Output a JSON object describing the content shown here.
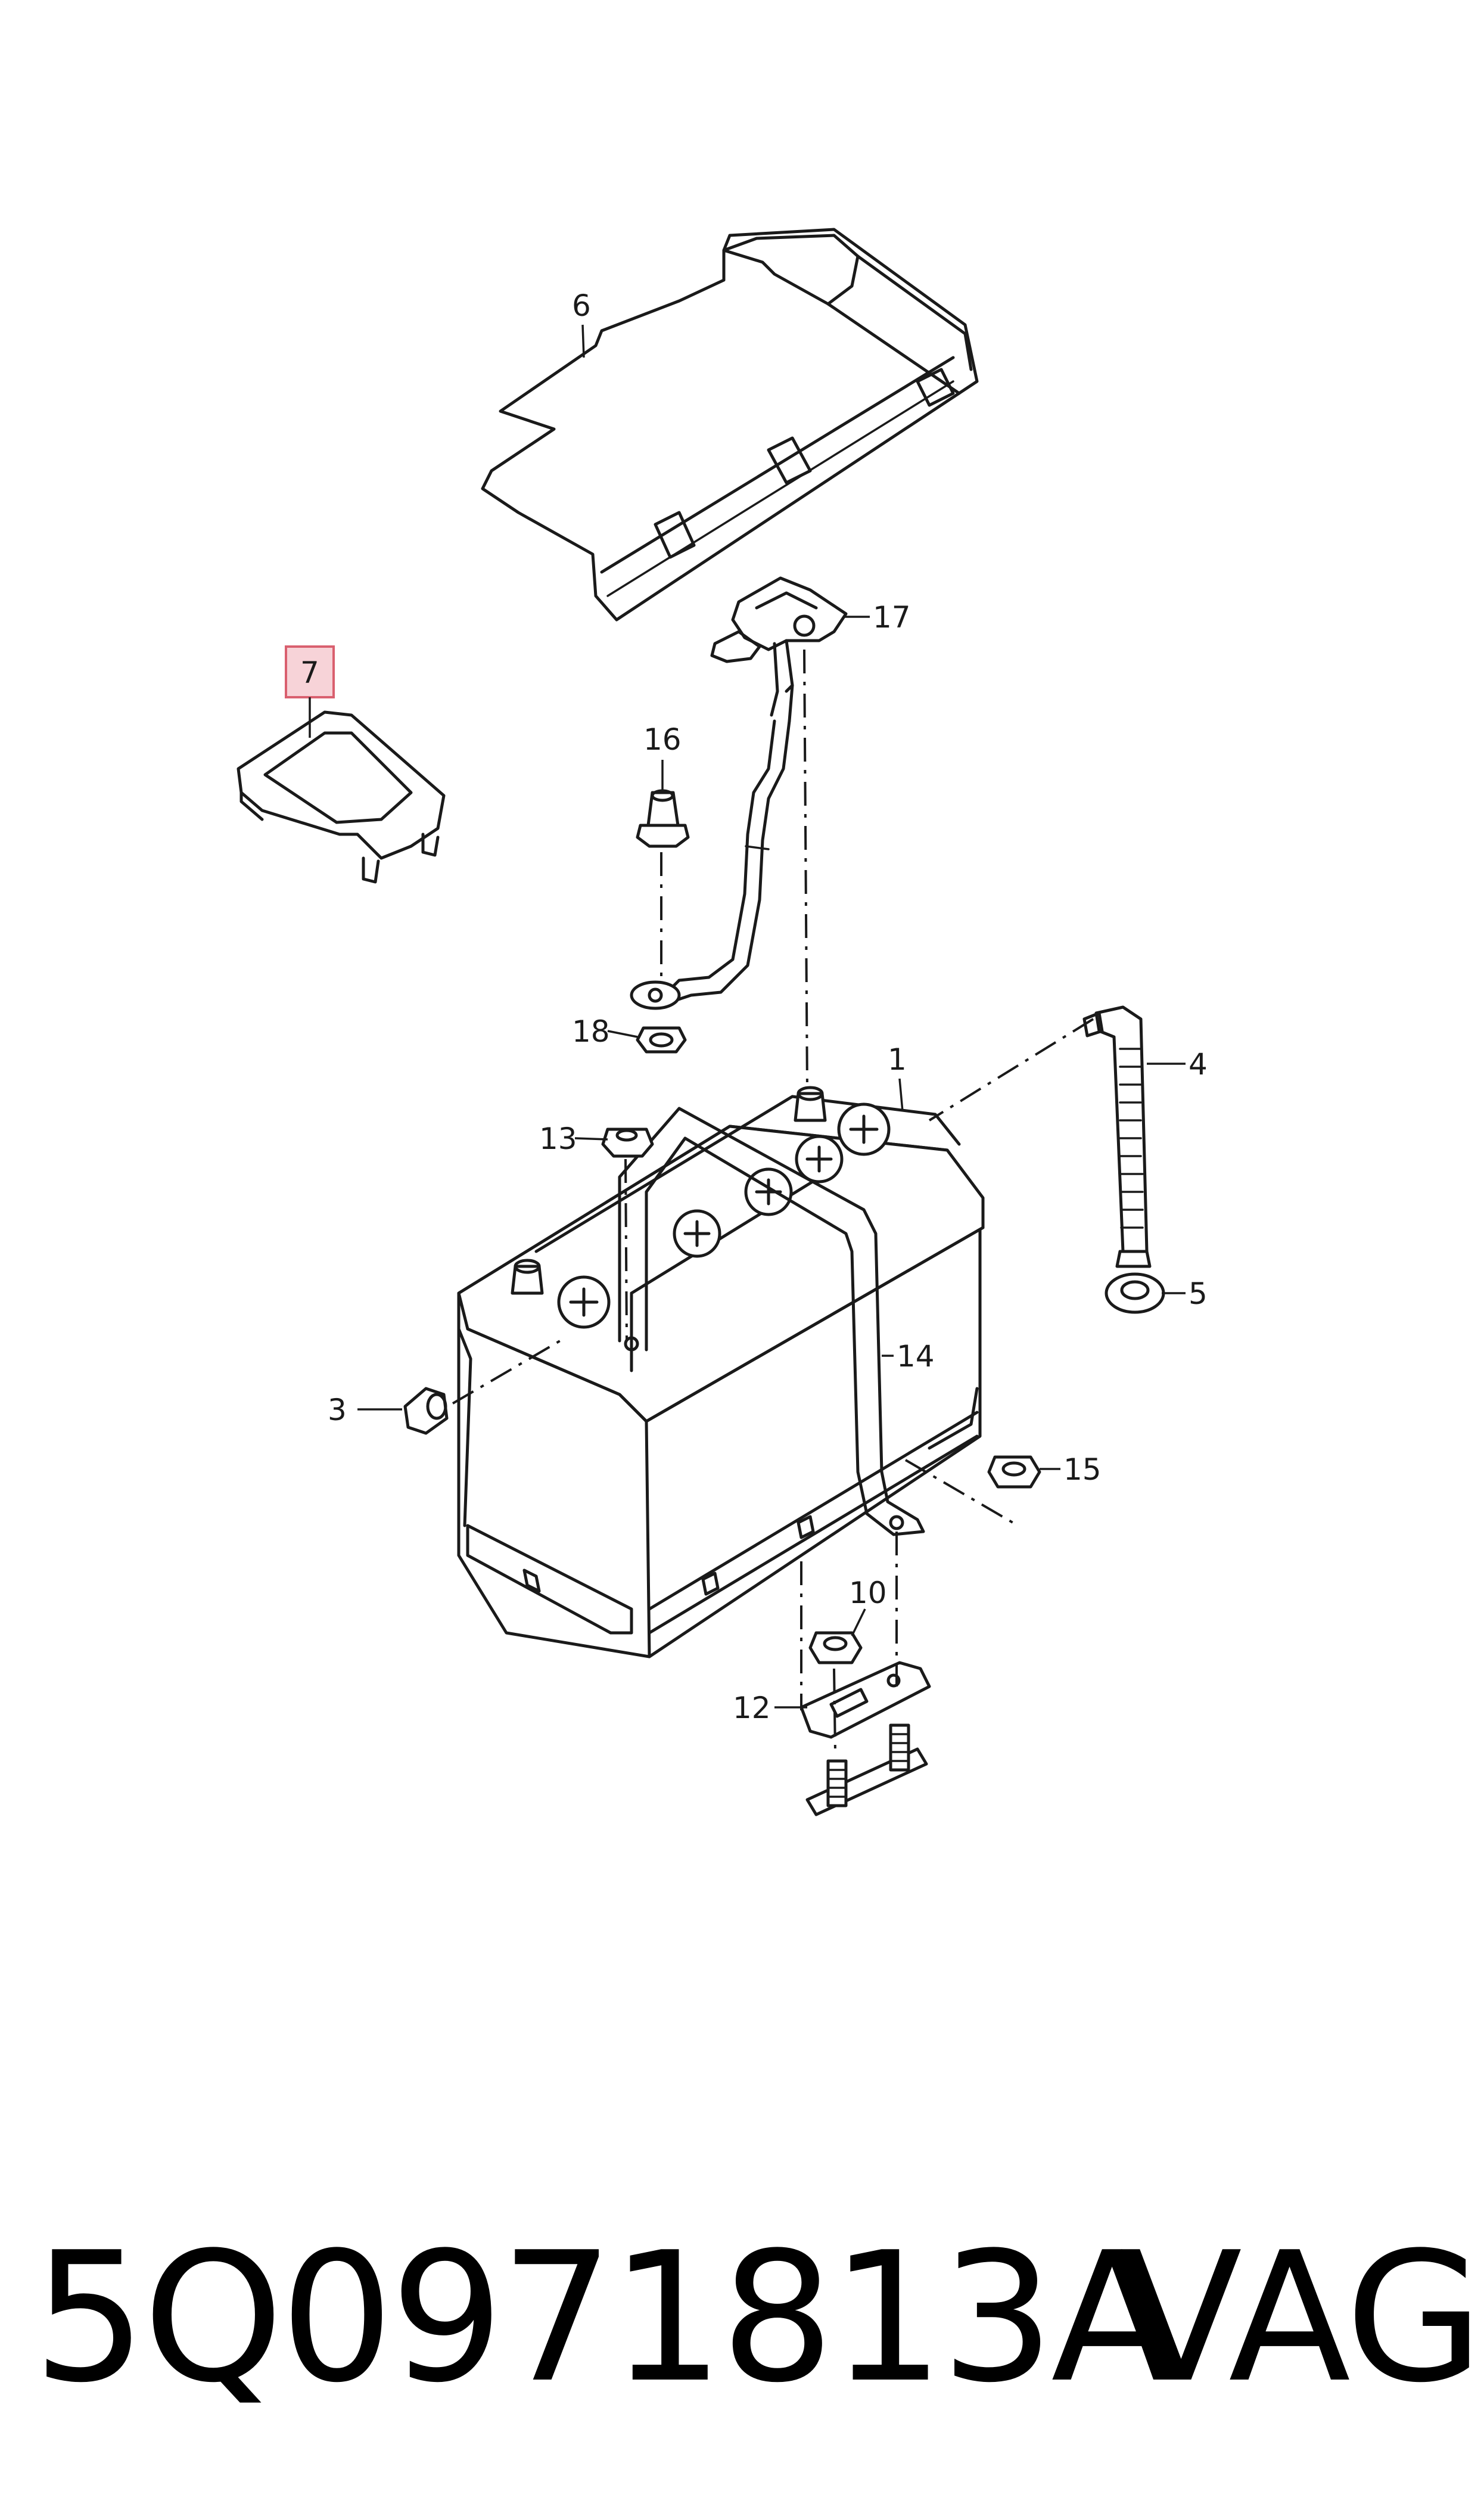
{
  "callouts": {
    "c1": "1",
    "c3": "3",
    "c4": "4",
    "c5": "5",
    "c6": "6",
    "c7": "7",
    "c10": "10",
    "c12": "12",
    "c13": "13",
    "c14": "14",
    "c15": "15",
    "c16": "16",
    "c17": "17",
    "c18": "18"
  },
  "highlighted_callout": "7",
  "highlight_color": "#f7d3d8",
  "footer": {
    "part_number": "5Q0971813A",
    "brand": "VAG"
  }
}
